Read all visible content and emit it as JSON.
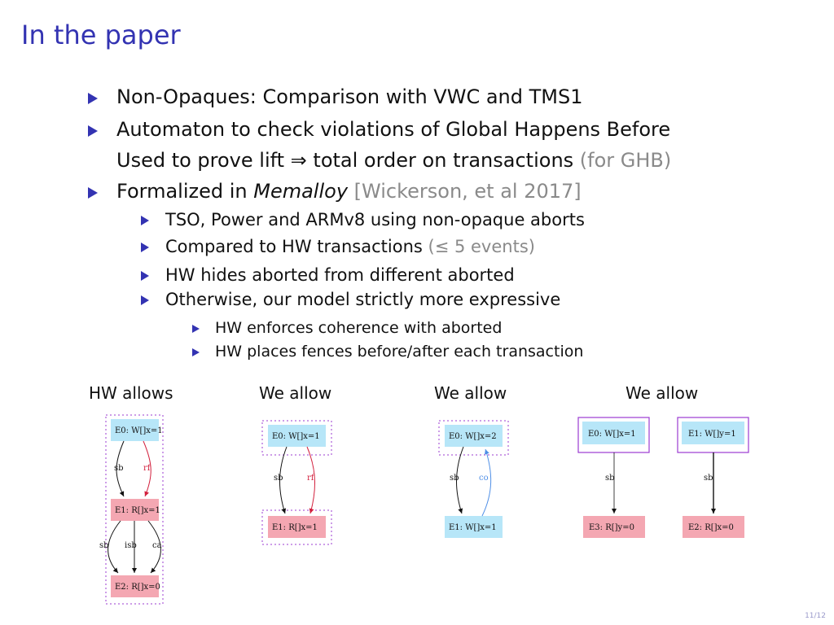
{
  "title": "In the paper",
  "bullets": {
    "b1": "Non-Opaques: Comparison with VWC and TMS1",
    "b2": "Automaton to check violations of Global Happens Before",
    "b2_cont_main": "Used to prove lift ⇒ total order on transactions",
    "b2_cont_gray": "(for GHB)",
    "b3_prefix": "Formalized in ",
    "b3_italic": "Memalloy",
    "b3_gray": "[Wickerson, et al 2017]",
    "s1": "TSO, Power and ARMv8 using non-opaque aborts",
    "s2_main": "Compared to HW transactions",
    "s2_gray": "(≤ 5 events)",
    "s3": "HW hides aborted from different aborted",
    "s4": "Otherwise, our model strictly more expressive",
    "ss1": "HW enforces coherence with aborted",
    "ss2": "HW places fences before/after each transaction"
  },
  "captions": {
    "c1": "HW allows",
    "c2": "We allow",
    "c3": "We allow",
    "c4": "We allow"
  },
  "diagrams": {
    "d1": {
      "e0": "E0: W[]x=1",
      "e1": "E1: R[]x=1",
      "e2": "E2: R[]x=0",
      "sb": "sb",
      "rf": "rf",
      "sb2": "sb",
      "isb": "isb",
      "ca": "ca"
    },
    "d2": {
      "e0": "E0: W[]x=1",
      "e1": "E1: R[]x=1",
      "sb": "sb",
      "rf": "rf"
    },
    "d3": {
      "e0": "E0: W[]x=2",
      "e1": "E1: W[]x=1",
      "sb": "sb",
      "co": "co"
    },
    "d4": {
      "e0": "E0: W[]x=1",
      "e1": "E1: W[]y=1",
      "e3": "E3: R[]y=0",
      "e2": "E2: R[]x=0",
      "sb1": "sb",
      "sb2": "sb"
    }
  },
  "colors": {
    "title": "#3333b2",
    "write_node": "#b7e6f8",
    "read_node": "#f4a7b2",
    "rf_edge": "#d21f3c",
    "co_edge": "#4f8fe6",
    "tx_border": "#9b3bd1"
  },
  "page_number": "11/12"
}
